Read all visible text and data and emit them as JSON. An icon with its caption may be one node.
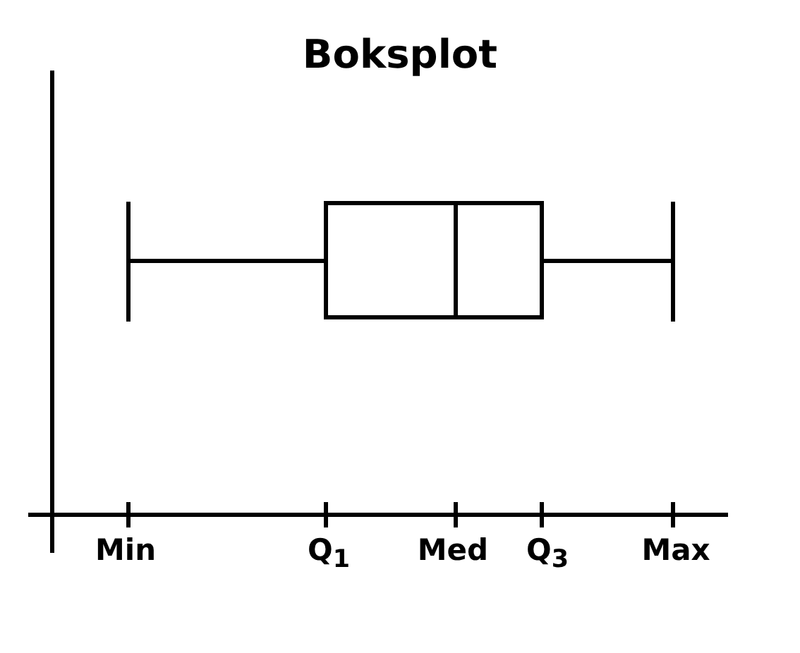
{
  "diagram": {
    "title": "Boksplot",
    "labels": [
      "Min",
      "Q$_{1}$",
      "Med",
      "Q$_{3}$",
      "Max"
    ]
  }
}
